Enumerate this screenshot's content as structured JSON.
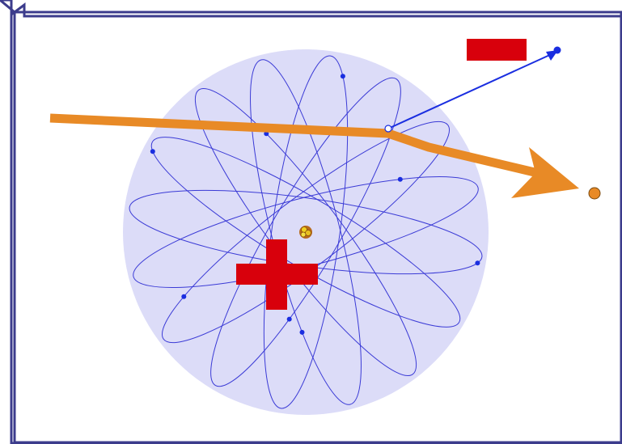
{
  "diagram": {
    "orbit_count": 8,
    "electrons_on_orbits": 8,
    "colors": {
      "frame": "#3c3c8c",
      "atom_cloud": "#dcdcf8",
      "orbit": "#3b3bd6",
      "electron": "#1a2ee0",
      "nucleus_outer": "#b86a1c",
      "nucleus_inner": "#f0d020",
      "alpha_path": "#e88a26",
      "ejected_electron_arrow": "#1a2ee0",
      "positive_sign": "#d8000c",
      "negative_sign": "#d8000c",
      "particle": "#e88a26"
    },
    "symbols": {
      "positive": "plus-sign",
      "negative": "minus-sign"
    }
  }
}
